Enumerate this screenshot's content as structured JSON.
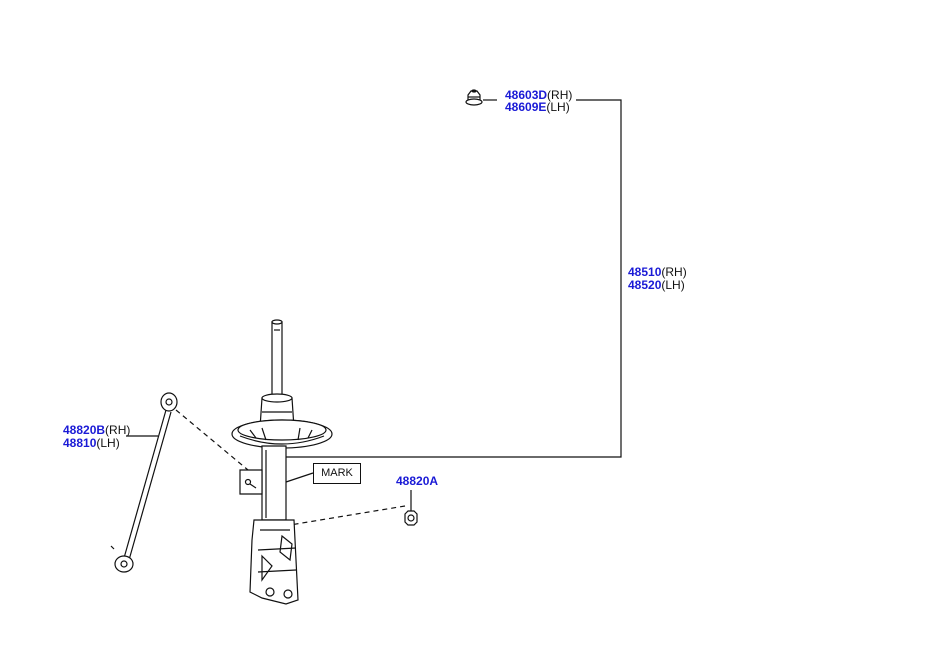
{
  "colors": {
    "part_number": "#1a1ad6",
    "line": "#111111",
    "background": "#ffffff"
  },
  "labels": {
    "nut_rh": {
      "number": "48603D",
      "suffix": "(RH)"
    },
    "nut_lh": {
      "number": "48609E",
      "suffix": "(LH)"
    },
    "strut_rh": {
      "number": "48510",
      "suffix": "(RH)"
    },
    "strut_lh": {
      "number": "48520",
      "suffix": "(LH)"
    },
    "link_rh": {
      "number": "48820B",
      "suffix": "(RH)"
    },
    "link_lh": {
      "number": "48810",
      "suffix": "(LH)"
    },
    "link_nut": {
      "number": "48820A"
    },
    "mark": "MARK"
  },
  "icons": [
    "nut-icon",
    "shock-absorber-strut-icon",
    "stabilizer-link-icon",
    "link-nut-icon"
  ]
}
